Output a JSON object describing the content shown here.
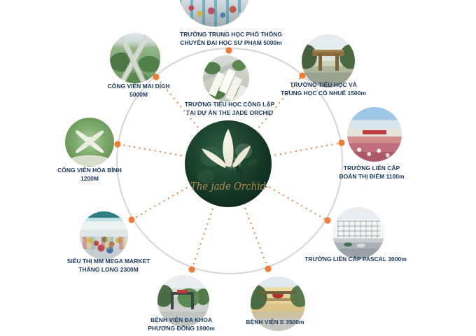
{
  "theme": {
    "background": "#ffffff",
    "accent_orange": "#ef7d34",
    "connector_orange": "#e5813c",
    "label_navy": "#1e3c63",
    "ring_gray": "#d8d8d8",
    "logo_gold": "#b0894a"
  },
  "center": {
    "logo_text": "The jade Orchid"
  },
  "locations": [
    {
      "id": "truong-thpt-chuyen-dai-hoc-su-pham",
      "line1": "TRƯỜNG TRUNG HỌC PHỔ THÔNG",
      "line2": "CHUYÊN ĐẠI HỌC SƯ PHẠM 5000m"
    },
    {
      "id": "cong-vien-mai-dich",
      "line1": "CÔNG VIÊN MAI DỊCH",
      "line2": "5000M"
    },
    {
      "id": "truong-tieu-hoc-cong-lap-du-an",
      "line1": "TRƯỜNG TIỂU HỌC CÔNG LẬP",
      "line2": "TẠI DỰ ÁN THE JADE ORCHID"
    },
    {
      "id": "truong-tieu-hoc-trung-hoc-co-nhue",
      "line1": "TRƯỜNG TIỂU HỌC VÀ",
      "line2": "TRUNG HỌC CỔ NHUẾ 1500m"
    },
    {
      "id": "truong-lien-cap-doan-thi-diem",
      "line1": "TRƯỜNG LIÊN CẤP",
      "line2": "ĐOÀN THỊ ĐIỂM 1100m"
    },
    {
      "id": "cong-vien-hoa-binh",
      "line1": "CÔNG VIÊN HÒA BÌNH",
      "line2": "1200M"
    },
    {
      "id": "sieu-thi-mm-mega-market",
      "line1": "SIÊU THỊ MM MEGA MARKET",
      "line2": "THĂNG LONG 2300M"
    },
    {
      "id": "truong-lien-cap-pascal",
      "line1": "TRƯỜNG LIÊN CẤP PASCAL 3000m",
      "line2": ""
    },
    {
      "id": "benh-vien-da-khoa-phuong-dong",
      "line1": "BỆNH VIỆN ĐA KHOA",
      "line2": "PHƯƠNG ĐÔNG 1900m"
    },
    {
      "id": "benh-vien-e",
      "line1": "BỆNH VIỆN E 3500m",
      "line2": ""
    }
  ]
}
